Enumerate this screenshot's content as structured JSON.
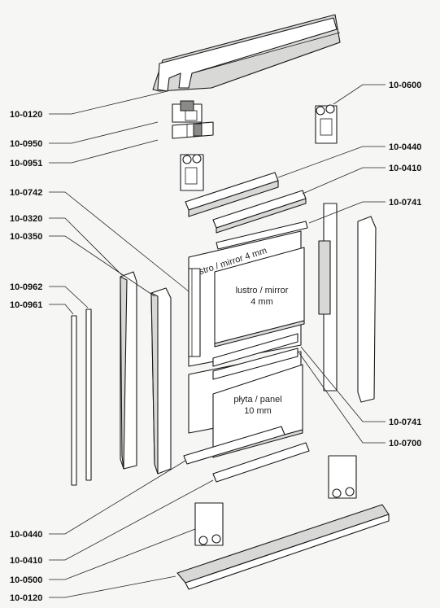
{
  "callouts": {
    "top_rail": "10-0120",
    "roller_top": "10-0950",
    "roller_top_pad": "10-0951",
    "top_guide_right": "10-0600",
    "rail_upper_1": "10-0440",
    "rail_upper_2": "10-0410",
    "divider_profile": "10-0741",
    "side_profile_left": "10-0742",
    "vertical_profile_1": "10-0320",
    "vertical_profile_2": "10-0350",
    "seal_1": "10-0962",
    "seal_2": "10-0961",
    "divider_profile_lower": "10-0741",
    "connector_profile": "10-0700",
    "rail_lower_1": "10-0440",
    "rail_lower_2": "10-0410",
    "bottom_roller": "10-0500",
    "bottom_rail": "10-0120"
  },
  "panels": {
    "frame_label": "lustro / mirror 4 mm",
    "mirror_line1": "lustro / mirror",
    "mirror_line2": "4 mm",
    "panel_line1": "płyta / panel",
    "panel_line2": "10 mm"
  }
}
